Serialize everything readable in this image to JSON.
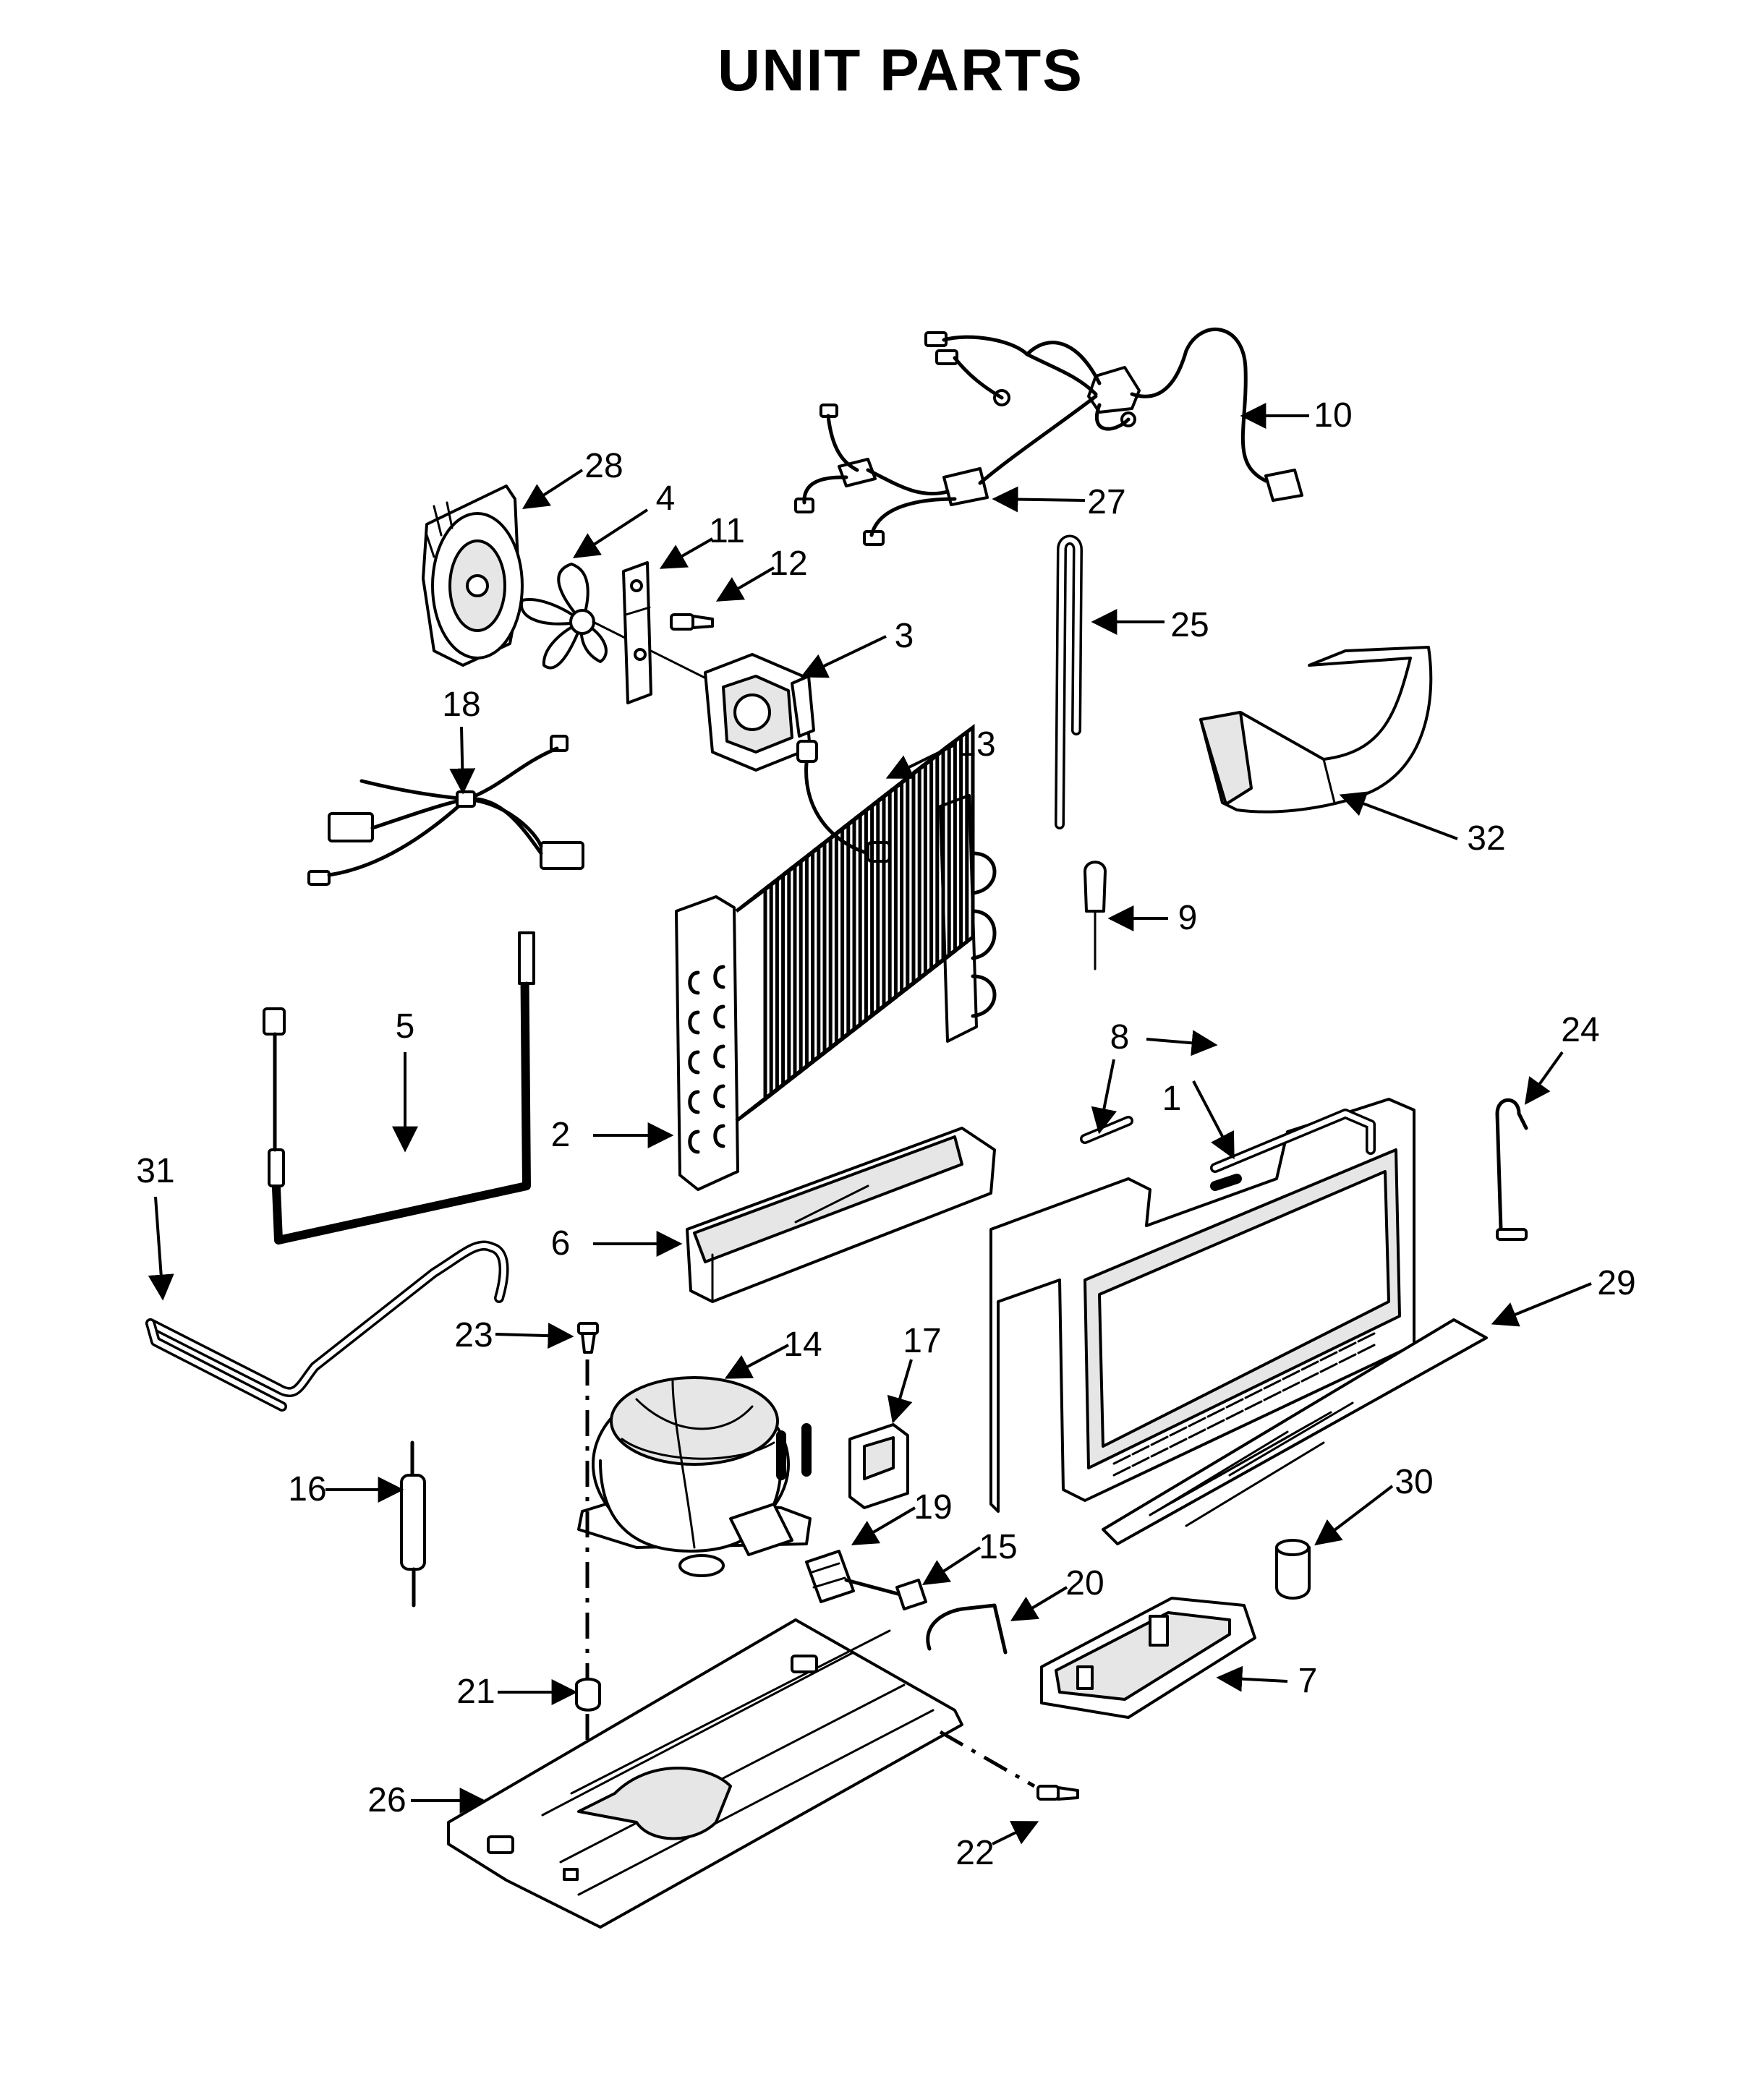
{
  "title": "UNIT PARTS",
  "callouts": [
    {
      "id": "c1",
      "label": "1"
    },
    {
      "id": "c2",
      "label": "2"
    },
    {
      "id": "c3",
      "label": "3"
    },
    {
      "id": "c4",
      "label": "4"
    },
    {
      "id": "c5",
      "label": "5"
    },
    {
      "id": "c6",
      "label": "6"
    },
    {
      "id": "c7",
      "label": "7"
    },
    {
      "id": "c8",
      "label": "8"
    },
    {
      "id": "c9",
      "label": "9"
    },
    {
      "id": "c10",
      "label": "10"
    },
    {
      "id": "c11",
      "label": "11"
    },
    {
      "id": "c12",
      "label": "12"
    },
    {
      "id": "c13",
      "label": "13"
    },
    {
      "id": "c14",
      "label": "14"
    },
    {
      "id": "c15",
      "label": "15"
    },
    {
      "id": "c16",
      "label": "16"
    },
    {
      "id": "c17",
      "label": "17"
    },
    {
      "id": "c18",
      "label": "18"
    },
    {
      "id": "c19",
      "label": "19"
    },
    {
      "id": "c20",
      "label": "20"
    },
    {
      "id": "c21",
      "label": "21"
    },
    {
      "id": "c22",
      "label": "22"
    },
    {
      "id": "c23",
      "label": "23"
    },
    {
      "id": "c24",
      "label": "24"
    },
    {
      "id": "c25",
      "label": "25"
    },
    {
      "id": "c26",
      "label": "26"
    },
    {
      "id": "c27",
      "label": "27"
    },
    {
      "id": "c28",
      "label": "28"
    },
    {
      "id": "c29",
      "label": "29"
    },
    {
      "id": "c30",
      "label": "30"
    },
    {
      "id": "c31",
      "label": "31"
    },
    {
      "id": "c32",
      "label": "32"
    }
  ]
}
